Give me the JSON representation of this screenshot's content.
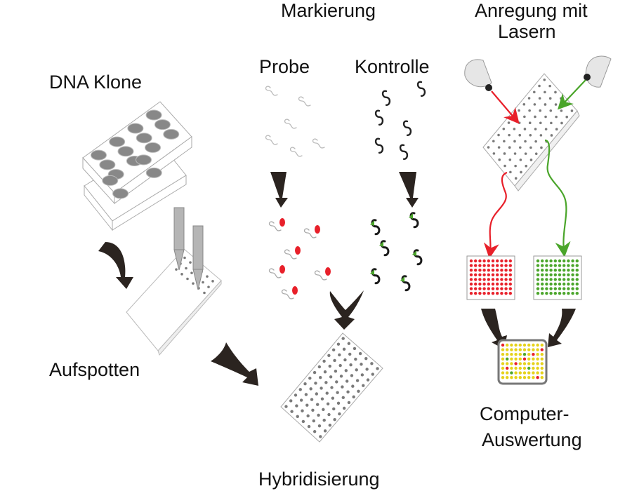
{
  "labels": {
    "dna_klone": "DNA Klone",
    "aufspotten": "Aufspotten",
    "markierung": "Markierung",
    "probe": "Probe",
    "kontrolle": "Kontrolle",
    "hybridisierung": "Hybridisierung",
    "anregung_line1": "Anregung mit",
    "anregung_line2": "Lasern",
    "computer_line1": "Computer-",
    "computer_line2": "Auswertung"
  },
  "colors": {
    "red_dye": "#e8202a",
    "green_dye": "#4aa52a",
    "yellow_mix": "#e6d21a",
    "arrow": "#2b2420",
    "spot": "#7a7a7a"
  }
}
